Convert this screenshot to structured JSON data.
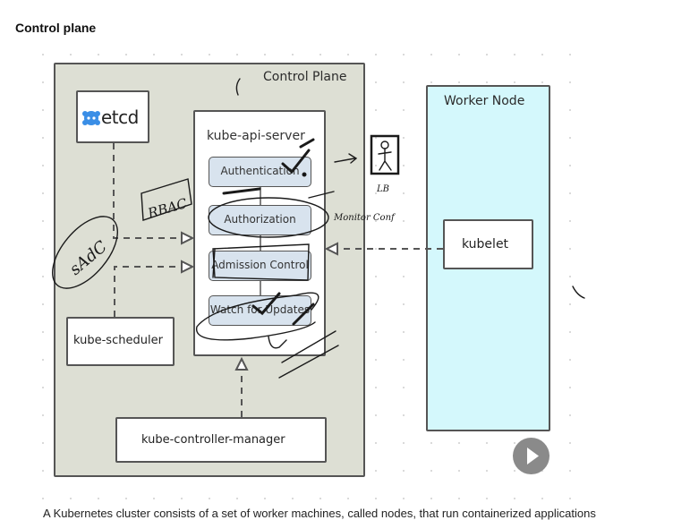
{
  "page": {
    "heading": "Control plane",
    "bottom_text": "A Kubernetes cluster consists of a set of worker machines, called nodes, that run containerized applications"
  },
  "diagram": {
    "control_plane": {
      "title": "Control Plane",
      "fill_color": "#dddfd4",
      "components": {
        "etcd": {
          "label": "etcd",
          "icon": "etcd-logo-icon",
          "icon_color": "#3a8ee6"
        },
        "kube_api_server": {
          "title": "kube-api-server",
          "stages": [
            {
              "label": "Authentication"
            },
            {
              "label": "Authorization"
            },
            {
              "label": "Admission Control"
            },
            {
              "label": "Watch for Updates"
            }
          ],
          "stage_fill_color": "#d8e3ee"
        },
        "kube_scheduler": {
          "label": "kube-scheduler"
        },
        "kube_controller_manager": {
          "label": "kube-controller-manager"
        }
      }
    },
    "worker_node": {
      "title": "Worker Node",
      "fill_color": "#d4f8fc",
      "components": {
        "kubelet": {
          "label": "kubelet"
        }
      }
    },
    "annotations": {
      "rbac": "RBAC",
      "sdc": "sAdC",
      "monitor_note": "Monitor Conf",
      "figure_note": "LB"
    },
    "play_button": {
      "icon": "play-icon",
      "color": "#8a8a8a"
    }
  }
}
